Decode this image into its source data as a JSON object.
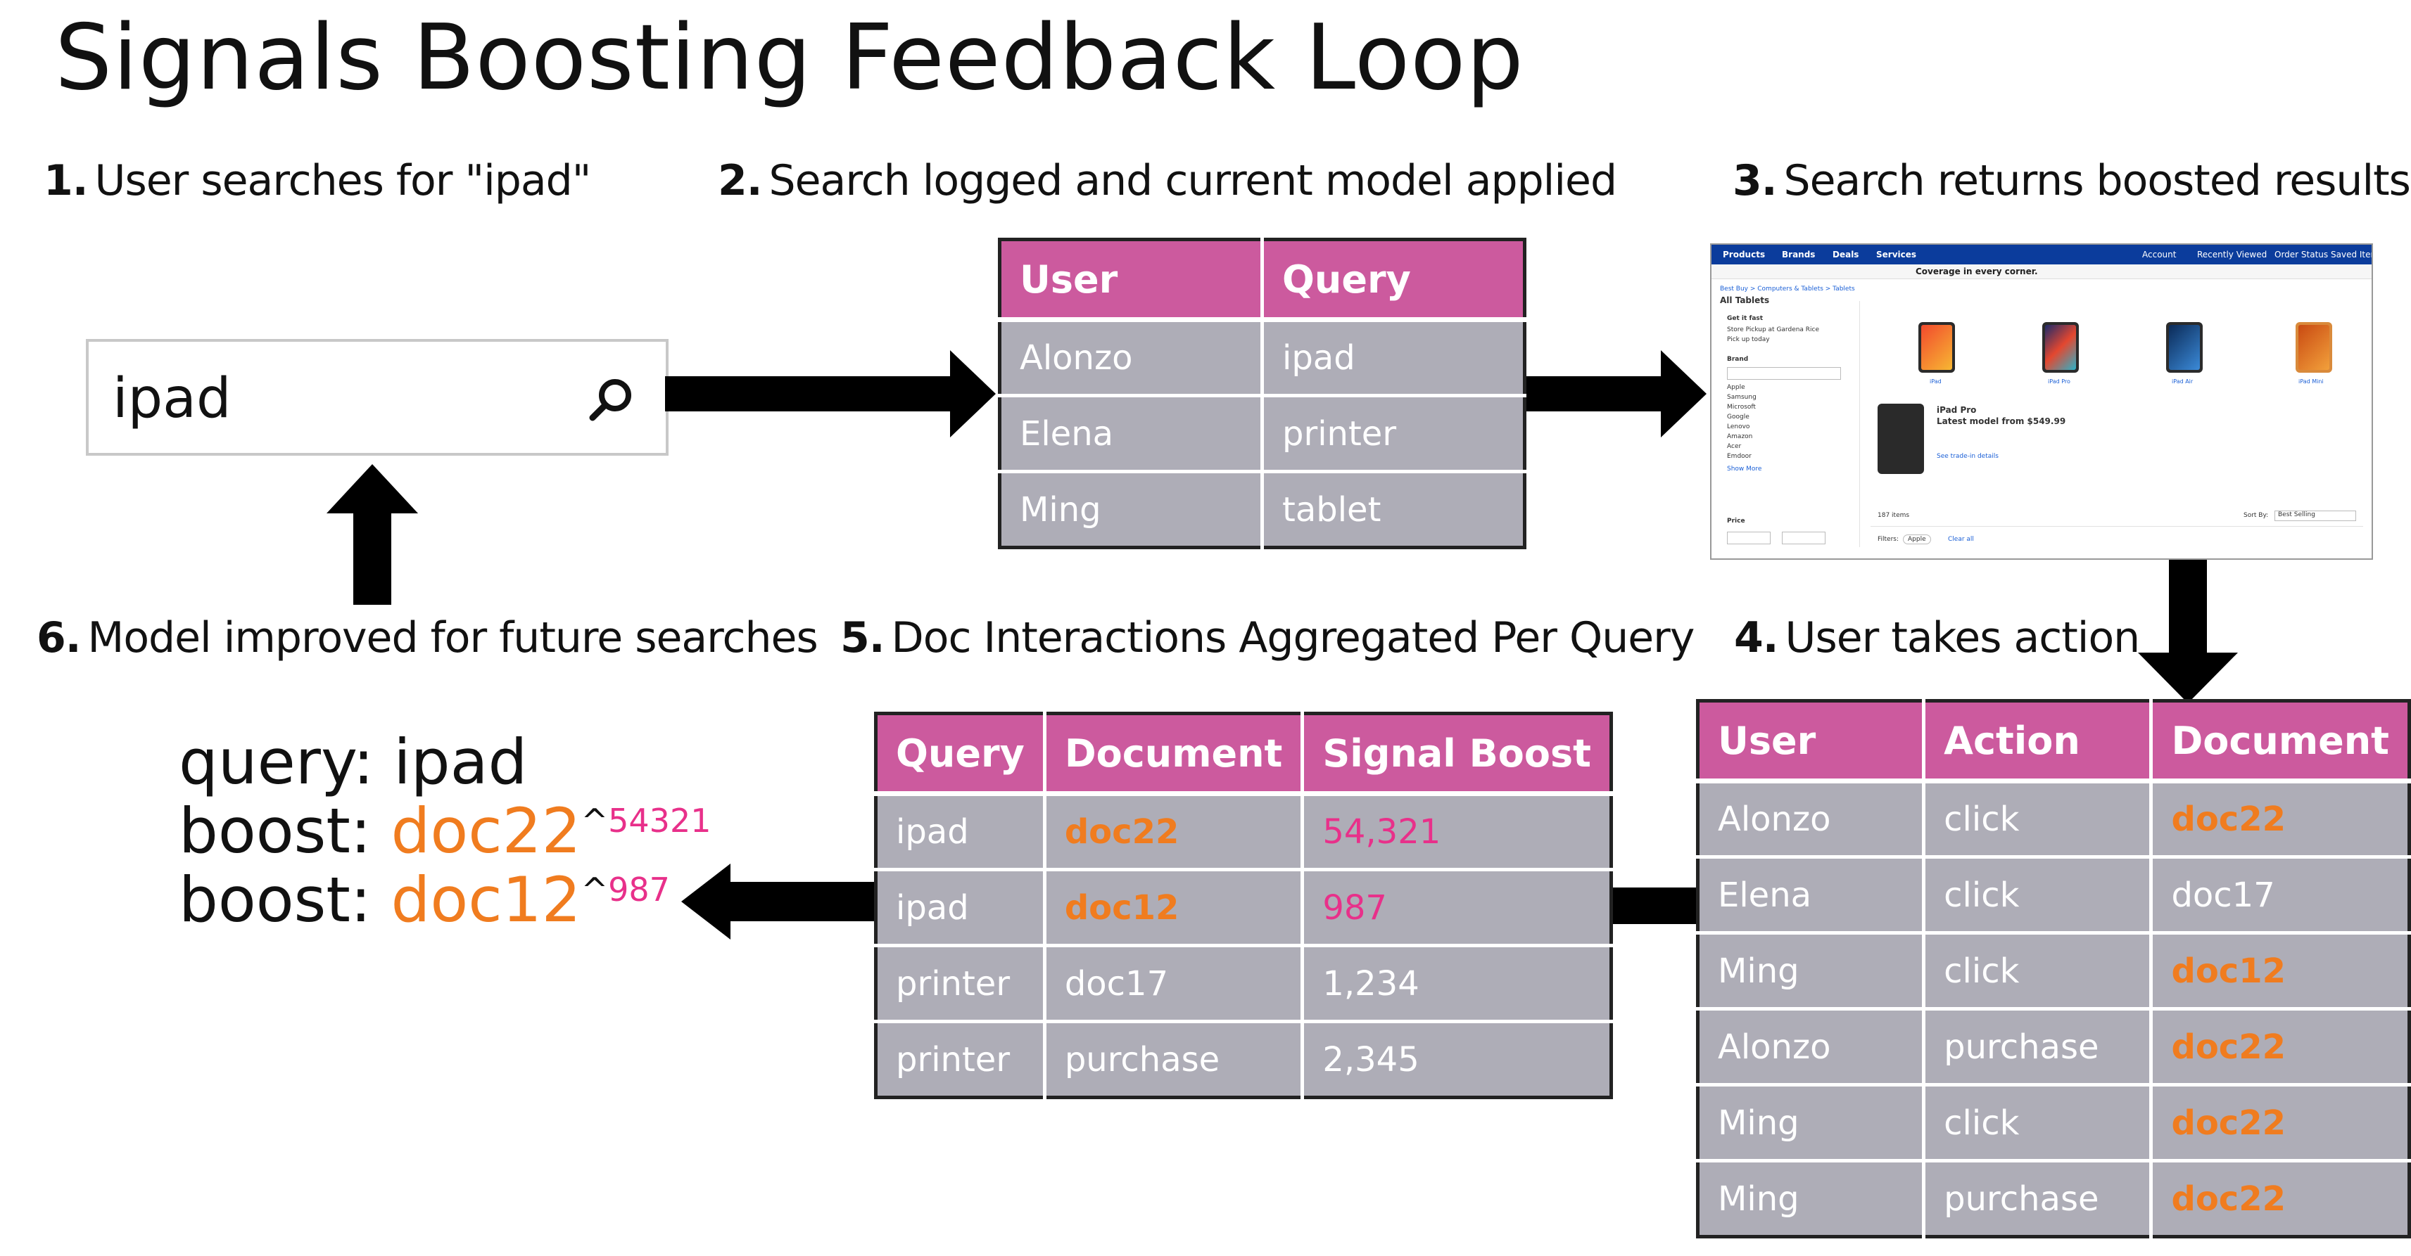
{
  "title": "Signals Boosting Feedback Loop",
  "steps": [
    {
      "num": "1.",
      "text": "User searches for \"ipad\""
    },
    {
      "num": "2.",
      "text": "Search logged and current model applied"
    },
    {
      "num": "3.",
      "text": "Search returns boosted results"
    },
    {
      "num": "4.",
      "text": "User takes action"
    },
    {
      "num": "5.",
      "text": "Doc Interactions Aggregated Per Query"
    },
    {
      "num": "6.",
      "text": "Model improved for future searches"
    }
  ],
  "search": {
    "value": "ipad",
    "icon": "search-icon"
  },
  "query_log": {
    "headers": [
      "User",
      "Query"
    ],
    "rows": [
      [
        "Alonzo",
        "ipad"
      ],
      [
        "Elena",
        "printer"
      ],
      [
        "Ming",
        "tablet"
      ]
    ]
  },
  "actions": {
    "headers": [
      "User",
      "Action",
      "Document"
    ],
    "rows": [
      [
        "Alonzo",
        "click",
        "doc22"
      ],
      [
        "Elena",
        "click",
        "doc17"
      ],
      [
        "Ming",
        "click",
        "doc12"
      ],
      [
        "Alonzo",
        "purchase",
        "doc22"
      ],
      [
        "Ming",
        "click",
        "doc22"
      ],
      [
        "Ming",
        "purchase",
        "doc22"
      ]
    ]
  },
  "aggregates": {
    "headers": [
      "Query",
      "Document",
      "Signal Boost"
    ],
    "rows": [
      [
        "ipad",
        "doc22",
        "54,321"
      ],
      [
        "ipad",
        "doc12",
        "987"
      ],
      [
        "printer",
        "doc17",
        "1,234"
      ],
      [
        "printer",
        "purchase",
        "2,345"
      ]
    ]
  },
  "model": {
    "query_label": "query:",
    "query_value": "ipad",
    "boosts": [
      {
        "label": "boost:",
        "doc": "doc22",
        "caret": "^",
        "weight": "54321"
      },
      {
        "label": "boost:",
        "doc": "doc12",
        "caret": "^",
        "weight": "987"
      }
    ]
  },
  "colors": {
    "header": "#cc5a9e",
    "cell": "#aeadb7",
    "doc_highlight": "#f07c1f",
    "boost_highlight": "#e8308a",
    "store_nav": "#0b3c9c"
  },
  "store": {
    "nav": [
      "Products",
      "Brands",
      "Deals",
      "Services",
      "Account",
      "Recently Viewed",
      "Order Status",
      "Saved Items"
    ],
    "banner": "Coverage in every corner.",
    "breadcrumb": "Best Buy > Computers & Tablets > Tablets",
    "heading": "All Tablets",
    "filters_title": "Get it fast",
    "filters": [
      "Store Pickup at Gardena Rice",
      "Pick up today"
    ],
    "brand_title": "Brand",
    "brands": [
      "Apple",
      "Samsung",
      "Microsoft",
      "Google",
      "Lenovo",
      "Amazon",
      "Acer",
      "Emdoor"
    ],
    "show_more": "Show More",
    "price_title": "Price",
    "products": [
      "iPad",
      "iPad Pro",
      "iPad Air",
      "iPad Mini"
    ],
    "promo_title": "iPad Pro",
    "promo_subtitle": "Latest model from $549.99",
    "promo_link": "See trade-in details",
    "item_count": "187 items",
    "sort_label": "Sort By:",
    "sort_value": "Best Selling",
    "filter_label": "Filters:",
    "filter_chip": "Apple",
    "clear_all": "Clear all"
  }
}
